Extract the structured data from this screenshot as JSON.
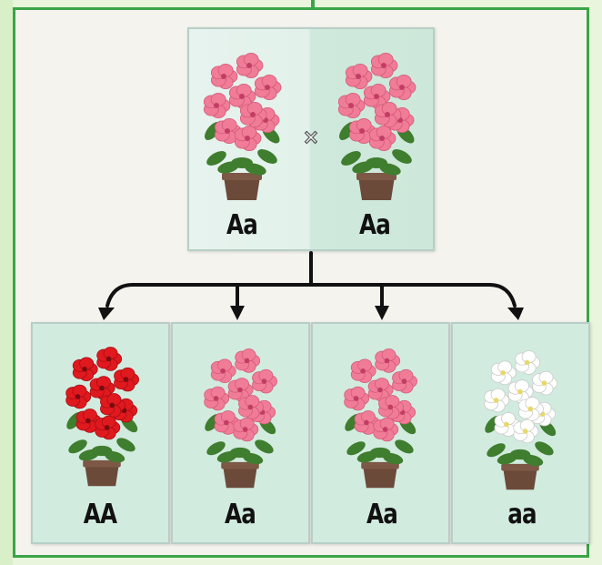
{
  "diagram": {
    "cross_symbol": "×",
    "parents": [
      {
        "genotype": "Aa",
        "flower_color": "pink"
      },
      {
        "genotype": "Aa",
        "flower_color": "pink"
      }
    ],
    "offspring": [
      {
        "genotype": "AA",
        "flower_color": "red"
      },
      {
        "genotype": "Aa",
        "flower_color": "pink"
      },
      {
        "genotype": "Aa",
        "flower_color": "pink"
      },
      {
        "genotype": "aa",
        "flower_color": "white"
      }
    ]
  },
  "colors": {
    "red": "#e0191f",
    "pink": "#f07c97",
    "white": "#ffffff",
    "frame_border": "#3aa548",
    "arrow": "#111111"
  }
}
